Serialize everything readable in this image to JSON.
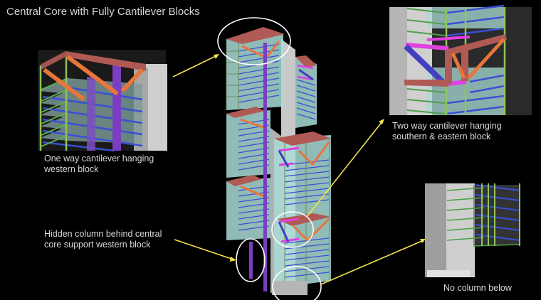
{
  "slide": {
    "title": "Central Core with Fully Cantilever Blocks"
  },
  "captions": {
    "western_block": [
      "One way cantilever hanging",
      "western block"
    ],
    "two_way": [
      "Two way cantilever hanging",
      "southern & eastern block"
    ],
    "hidden_column": [
      "Hidden column behind central",
      "core support western block"
    ],
    "no_column": [
      "No column below"
    ]
  },
  "colors": {
    "background": "#000000",
    "text": "#d8d8d8",
    "arrow": "#f2e34a",
    "callout_ellipse": "#ffffff",
    "floor_slab": "#a9dcd6",
    "edge_beam_blue": "#3a4fd6",
    "edge_beam_green": "#4fa04a",
    "column_green": "#8fc45a",
    "truss_red": "#b05a55",
    "truss_orange": "#e8753a",
    "truss_magenta": "#e040e0",
    "brace_blue": "#4040c0",
    "core_column_purple": "#7a3fc0",
    "core_wall_grey": "#c8c8c8"
  }
}
